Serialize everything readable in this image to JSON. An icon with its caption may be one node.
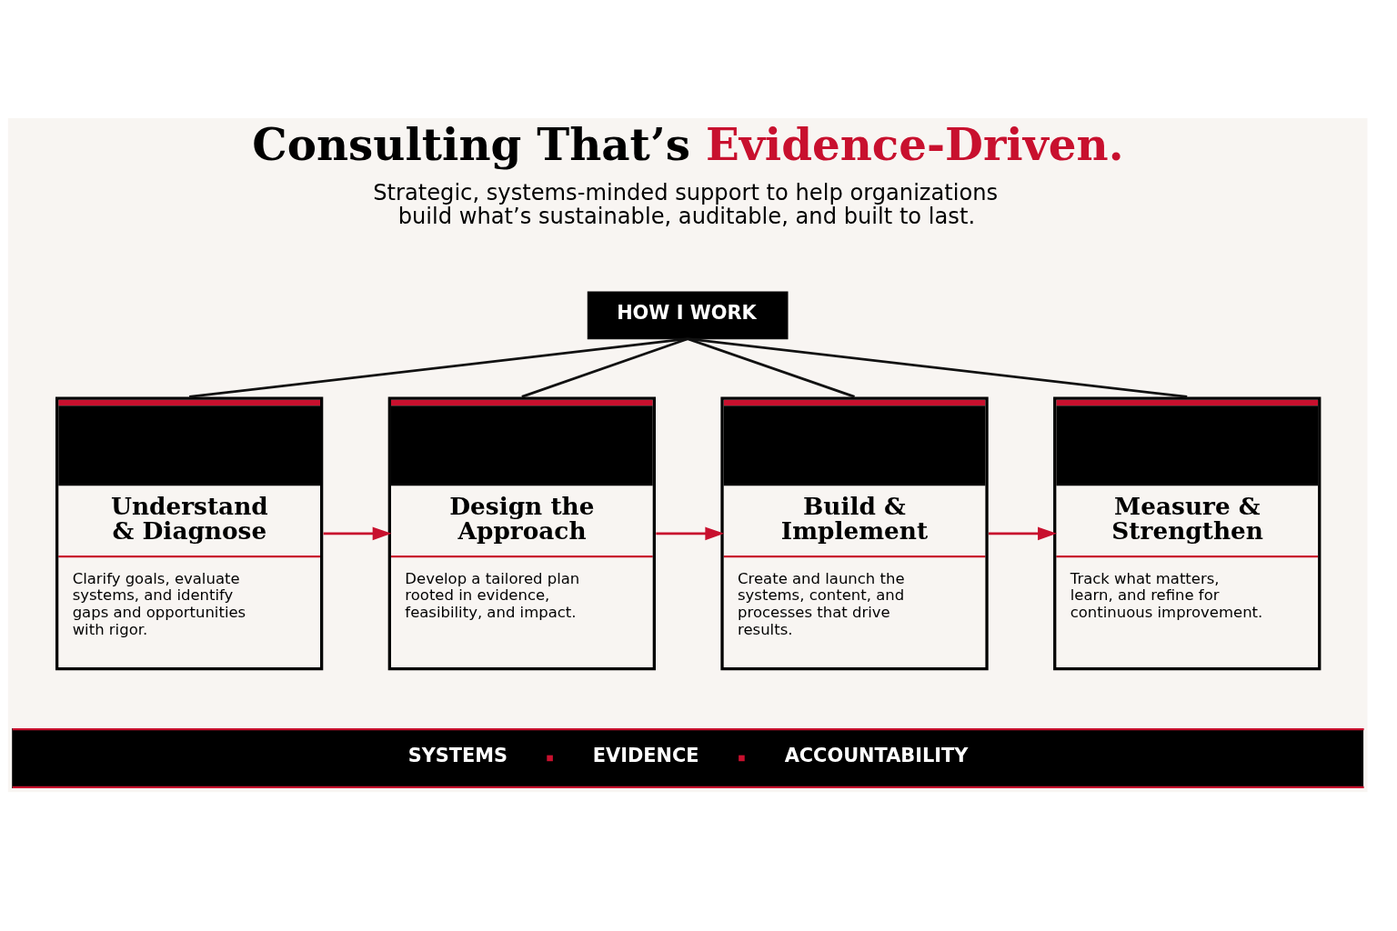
{
  "diagram": {
    "title": "Consulting That’s Evidence-Driven.",
    "nodes": [
      {
        "text": [
          "HOW I WORK"
        ]
      },
      {
        "text": [
          "Understand & Diagnose",
          "Clarify goals, evaluate systems, and identify gaps and opportunities with rigor."
        ]
      },
      {
        "text": [
          "Design the Approach",
          "Develop a tailored plan rooted in evidence, feasibility, and impact."
        ]
      },
      {
        "text": [
          "Build & Implement",
          "Create and launch the systems, content, and processes that drive results."
        ]
      },
      {
        "text": [
          "Measure & Strengthen",
          "Track what matters, learn, and refine for continuous improvement."
        ]
      }
    ],
    "edges": [
      {
        "from": 0,
        "to": 1,
        "arrow": "none"
      },
      {
        "from": 0,
        "to": 2,
        "arrow": "none"
      },
      {
        "from": 0,
        "to": 3,
        "arrow": "none"
      },
      {
        "from": 0,
        "to": 4,
        "arrow": "none"
      },
      {
        "from": 1,
        "to": 2,
        "arrow": "to",
        "color": "#c8102e"
      },
      {
        "from": 2,
        "to": 3,
        "arrow": "to",
        "color": "#c8102e"
      },
      {
        "from": 3,
        "to": 4,
        "arrow": "to",
        "color": "#c8102e"
      }
    ],
    "labels": [
      "Strategic, systems-minded support to help organizations build what’s sustainable, auditable, and built to last.",
      "SYSTEMS",
      "EVIDENCE",
      "ACCOUNTABILITY"
    ]
  }
}
